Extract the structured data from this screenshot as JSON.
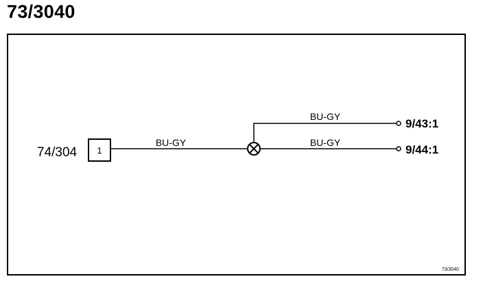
{
  "title": "73/3040",
  "connector": {
    "ref": "74/304",
    "pin": "1"
  },
  "wires": {
    "main": "BU-GY",
    "branch_upper": "BU-GY",
    "branch_lower": "BU-GY"
  },
  "terminals": {
    "upper": "9/43:1",
    "lower": "9/44:1"
  },
  "footer_ref": "73/3040"
}
